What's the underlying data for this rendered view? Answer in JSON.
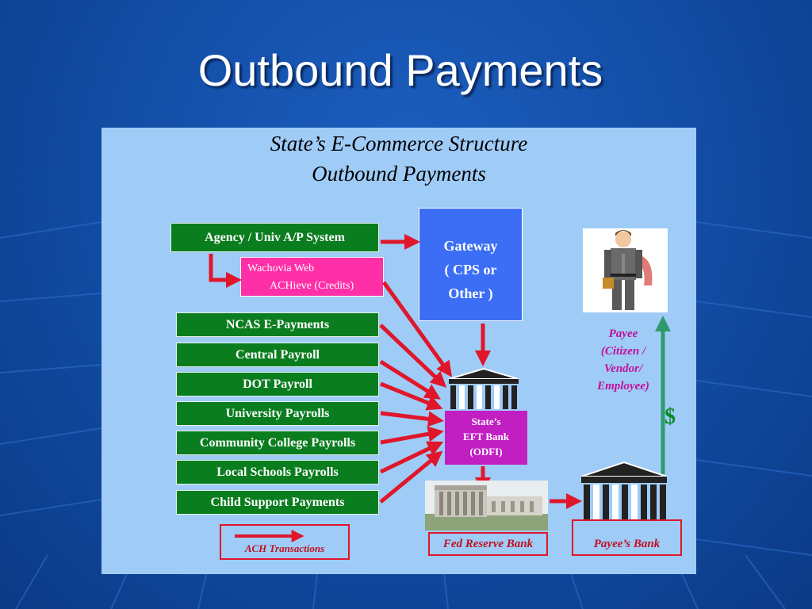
{
  "slide": {
    "title": "Outbound Payments"
  },
  "panel": {
    "title_line1": "State’s E-Commerce Structure",
    "title_line2": "Outbound Payments"
  },
  "ap_system": {
    "label": "Agency / Univ A/P System"
  },
  "wachovia": {
    "line1": "Wachovia Web",
    "line2": "ACHieve (Credits)"
  },
  "sources": [
    "NCAS E-Payments",
    "Central Payroll",
    "DOT Payroll",
    "University Payrolls",
    "Community College Payrolls",
    "Local Schools Payrolls",
    "Child Support Payments"
  ],
  "gateway": {
    "line1": "Gateway",
    "line2": "( CPS or",
    "line3": "Other )"
  },
  "eft_bank": {
    "line1": "State’s",
    "line2": "EFT Bank",
    "line3": "(ODFI)"
  },
  "fed_reserve": {
    "label": "Fed Reserve Bank"
  },
  "payee_bank": {
    "label": "Payee’s Bank"
  },
  "payee": {
    "line1": "Payee",
    "line2": "(Citizen /",
    "line3": "Vendor/",
    "line4": "Employee)"
  },
  "money": {
    "symbol": "$"
  },
  "legend": {
    "label": "ACH Transactions"
  },
  "colors": {
    "background": "#134fa8",
    "panel": "#9fcbf7",
    "source_box": "#0a7d1f",
    "gateway": "#3b6df5",
    "eft_bank": "#c21fc2",
    "wachovia": "#ff2fa8",
    "ach_arrow": "#e0162b",
    "money_arrow": "#2e9a6e"
  },
  "icons": [
    "bank-building-icon",
    "fed-reserve-photo",
    "payee-person-icon"
  ]
}
